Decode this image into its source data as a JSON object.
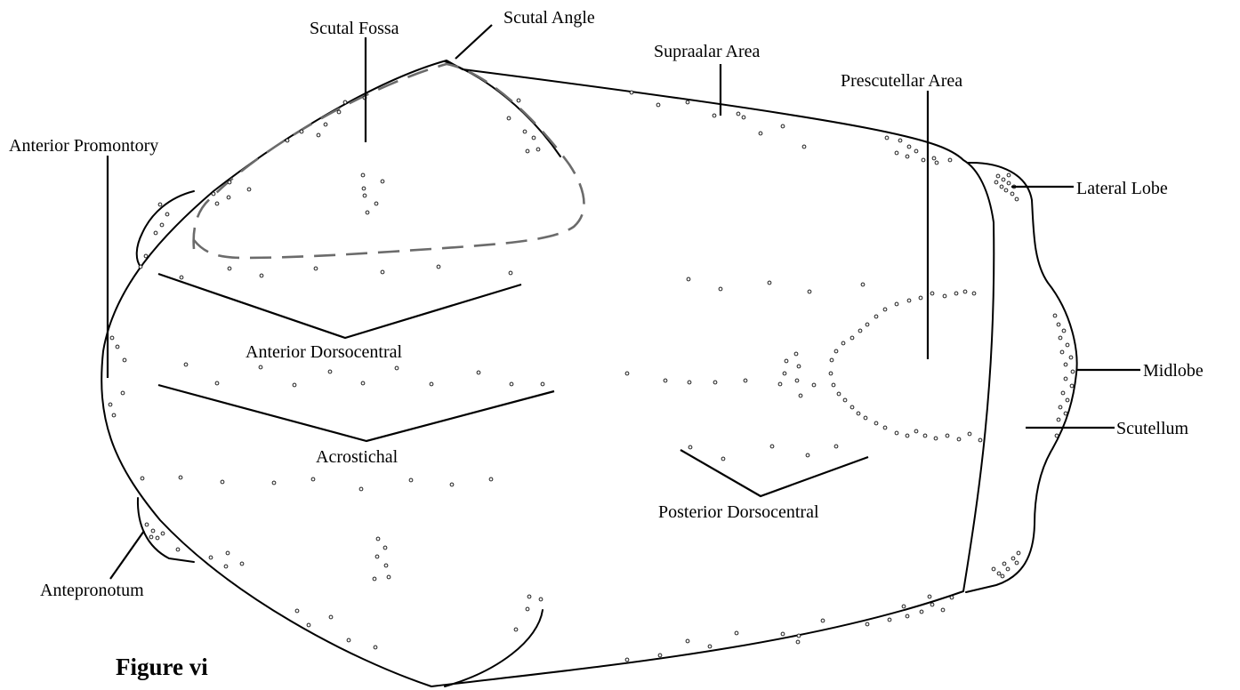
{
  "figure": {
    "caption": "Figure vi",
    "labels": {
      "scutal_fossa": "Scutal Fossa",
      "scutal_angle": "Scutal Angle",
      "supraalar_area": "Supraalar Area",
      "prescutellar_area": "Prescutellar Area",
      "anterior_promontory": "Anterior Promontory",
      "lateral_lobe": "Lateral Lobe",
      "anterior_dorsocentral": "Anterior Dorsocentral",
      "midlobe": "Midlobe",
      "scutellum": "Scutellum",
      "acrostichal": "Acrostichal",
      "posterior_dorsocentral": "Posterior Dorsocentral",
      "antepronotum": "Antepronotum"
    }
  }
}
